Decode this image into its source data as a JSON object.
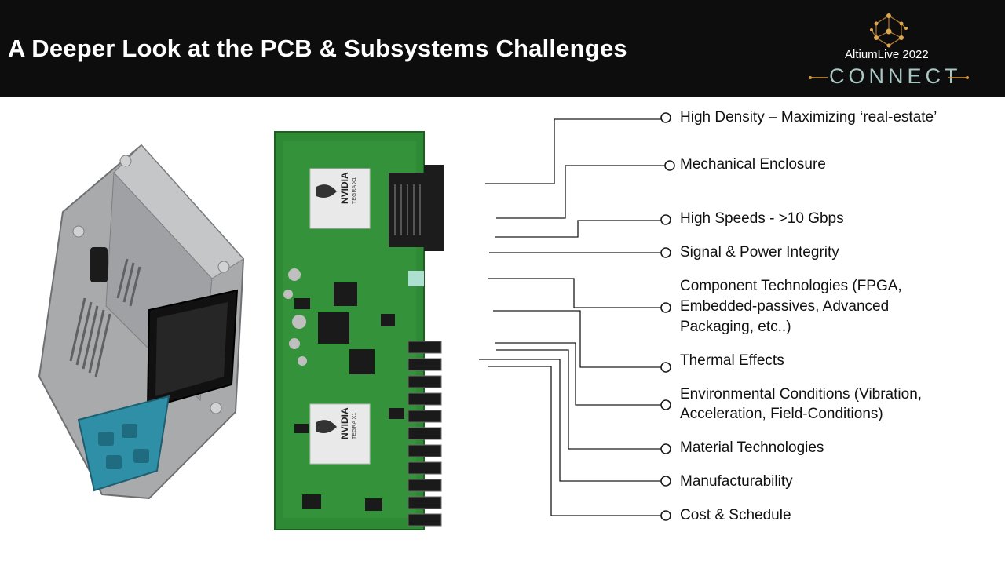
{
  "slide": {
    "title": "A Deeper Look at the PCB & Subsystems Challenges",
    "event_logo": {
      "name": "AltiumLive 2022",
      "word": "CONNECT",
      "accent_color": "#d99a3a",
      "text_color": "#a9c7c2"
    }
  },
  "board_chips": {
    "brand": "NVIDIA",
    "model": "TEGRA X1"
  },
  "challenges": [
    "High Density – Maximizing ‘real-estate’",
    "Mechanical Enclosure",
    "High Speeds - >10 Gbps",
    "Signal & Power Integrity",
    "Component Technologies (FPGA,",
    "Embedded-passives, Advanced",
    "Packaging, etc..)",
    "Thermal Effects",
    "Environmental Conditions (Vibration,",
    "Acceleration, Field-Conditions)",
    "Material Technologies",
    "Manufacturability",
    "Cost & Schedule"
  ],
  "colors": {
    "header_bg": "#0d0d0d",
    "pcb_green": "#2f8a35",
    "enclosure_gray": "#a8aaac",
    "connector_teal": "#2f8fa6"
  }
}
